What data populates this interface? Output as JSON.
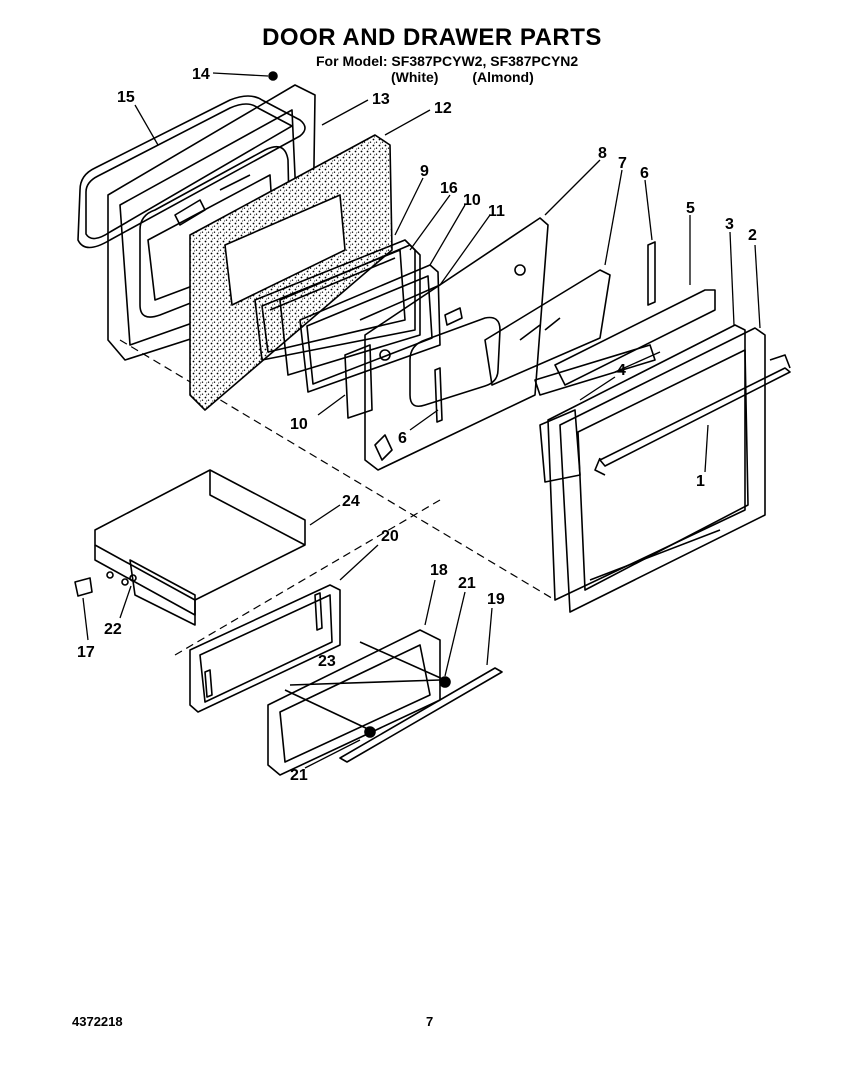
{
  "header": {
    "title": "DOOR AND DRAWER PARTS",
    "model_line": "For Model: SF387PCYW2, SF387PCYN2",
    "color_white": "(White)",
    "color_almond": "(Almond)"
  },
  "footer": {
    "doc_number": "4372218",
    "page_number": "7"
  },
  "callouts": {
    "c1": "1",
    "c2": "2",
    "c3": "3",
    "c4": "4",
    "c5": "5",
    "c6a": "6",
    "c6b": "6",
    "c7": "7",
    "c8": "8",
    "c9": "9",
    "c10a": "10",
    "c10b": "10",
    "c11": "11",
    "c12": "12",
    "c13": "13",
    "c14": "14",
    "c15": "15",
    "c16": "16",
    "c17": "17",
    "c18": "18",
    "c19": "19",
    "c20": "20",
    "c21a": "21",
    "c21b": "21",
    "c22": "22",
    "c23": "23",
    "c24": "24"
  }
}
